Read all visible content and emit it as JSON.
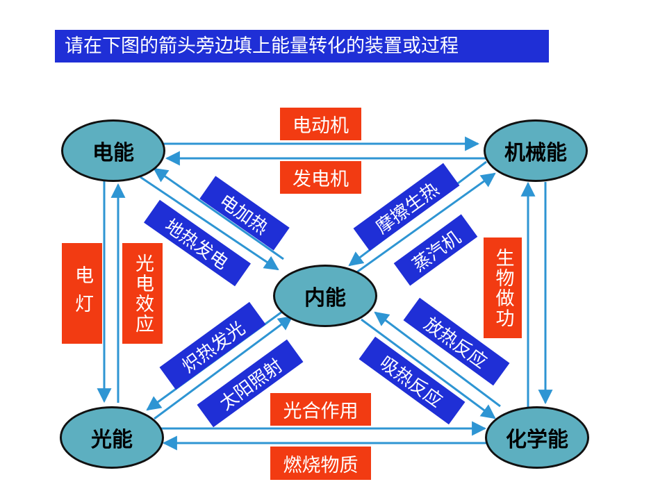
{
  "title": "请在下图的箭头旁边填上能量转化的装置或过程",
  "nodes": {
    "electric": "电能",
    "mechanical": "机械能",
    "internal": "内能",
    "light": "光能",
    "chemical": "化学能"
  },
  "labels": {
    "motor": "电动机",
    "generator": "发电机",
    "lamp": "电灯",
    "photoelectric": "光电效应",
    "bio_work": "生物做功",
    "photosynthesis": "光合作用",
    "burning": "燃烧物质",
    "electric_heating": "电加热",
    "geothermal": "地热发电",
    "friction": "摩擦生热",
    "steam_engine": "蒸汽机",
    "incandescent": "炽热发光",
    "sunlight": "太阳照射",
    "exothermic": "放热反应",
    "endothermic": "吸热反应"
  },
  "colors": {
    "title_bg": "#1f2fd6",
    "node_fill": "#5dafc0",
    "red_box": "#f23b12",
    "blue_box": "#1f2fd6",
    "arrow": "#2e95d3"
  }
}
